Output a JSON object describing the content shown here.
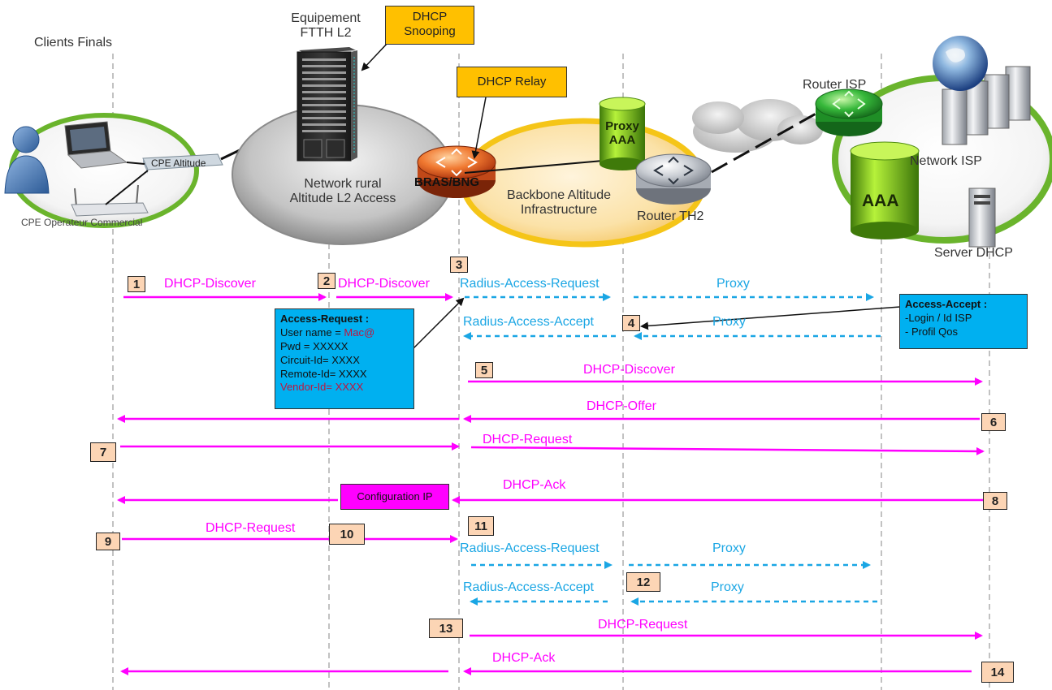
{
  "entities": {
    "clients": "Clients Finals",
    "equip_line1": "Equipement",
    "equip_line2": "FTTH L2",
    "network_rural_line1": "Network rural",
    "network_rural_line2": "Altitude L2 Access",
    "bras": "BRAS/BNG",
    "proxy_line1": "Proxy",
    "proxy_line2": "AAA",
    "backbone_line1": "Backbone Altitude",
    "backbone_line2": "Infrastructure",
    "router_th2": "Router TH2",
    "router_isp": "Router ISP",
    "network_isp": "Network ISP",
    "aaa": "AAA",
    "server_dhcp": "Server DHCP",
    "cpe_altitude": "CPE Altitude",
    "cpe_commercial": "CPE Operateur Commercial"
  },
  "callouts": {
    "dhcp_snooping_line1": "DHCP",
    "dhcp_snooping_line2": "Snooping",
    "dhcp_relay": "DHCP Relay"
  },
  "access_request": {
    "title": "Access-Request :",
    "user_prefix": "User name = ",
    "user_value": "Mac@",
    "pwd": "Pwd = XXXXX",
    "circuit": "Circuit-Id= XXXX",
    "remote": "Remote-Id= XXXX",
    "vendor": "Vendor-Id= XXXX"
  },
  "access_accept": {
    "title": "Access-Accept :",
    "line1": "-Login / Id ISP",
    "line2": "- Profil Qos"
  },
  "config_ip": "Configuration IP",
  "messages": {
    "m1": "DHCP-Discover",
    "m2": "DHCP-Discover",
    "m3": "Radius-Access-Request",
    "m3p": "Proxy",
    "m4": "Radius-Access-Accept",
    "m4p": "Proxy",
    "m5": "DHCP-Discover",
    "m6": "DHCP-Offer",
    "m7": "DHCP-Request",
    "m8": "DHCP-Ack",
    "m9": "DHCP-Request",
    "m11": "Radius-Access-Request",
    "m11p": "Proxy",
    "m12": "Radius-Access-Accept",
    "m12p": "Proxy",
    "m13": "DHCP-Request",
    "m14": "DHCP-Ack"
  },
  "steps": [
    "1",
    "2",
    "3",
    "4",
    "5",
    "6",
    "7",
    "8",
    "9",
    "10",
    "11",
    "12",
    "13",
    "14"
  ],
  "colors": {
    "dhcp": "#ff00ff",
    "radius": "#1aa6e4",
    "step_fill": "#fcd5b5",
    "callout_fill": "#ffc000",
    "info_fill": "#00b0f0"
  }
}
